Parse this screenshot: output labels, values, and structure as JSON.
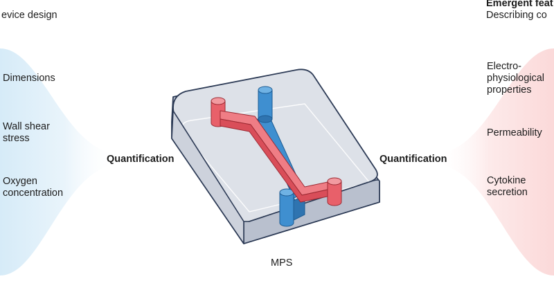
{
  "left_panel": {
    "heading": "evice design",
    "items": [
      "Dimensions",
      "Wall shear\nstress",
      "Oxygen\nconcentration"
    ],
    "arrow_label": "Quantification",
    "color": "#e3f1fb"
  },
  "right_panel": {
    "heading": "Emergent feat",
    "subheading": "Describing co",
    "items": [
      "Electro-\nphysiological\nproperties",
      "Permeability",
      "Cytokine\nsecretion"
    ],
    "arrow_label": "Quantification",
    "color": "#fde6e6"
  },
  "device": {
    "label": "MPS",
    "body_color": "#d7dbe3",
    "outline_color": "#2c3a55",
    "red_channel_color": "#e8606a",
    "blue_channel_color": "#3f8fd0"
  }
}
